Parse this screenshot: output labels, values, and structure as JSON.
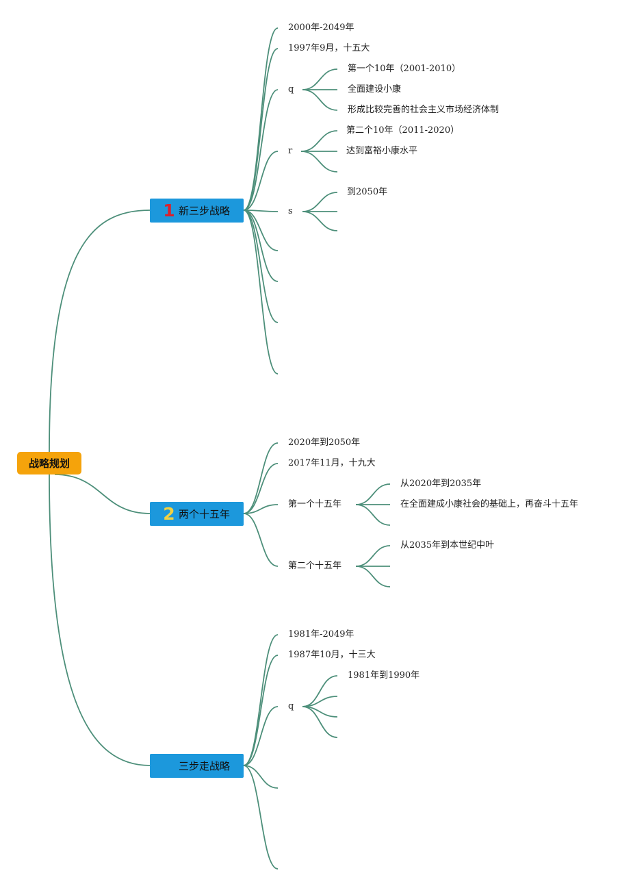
{
  "root": {
    "label": "战略规划"
  },
  "branches": [
    {
      "num": "1",
      "num_color": "#d8222f",
      "label": "新三步战略"
    },
    {
      "num": "2",
      "num_color": "#f1d243",
      "label": "两个十五年"
    },
    {
      "num": "",
      "num_color": "#1c98dc",
      "label": "三步走战略"
    }
  ],
  "nodes": {
    "b1_period": "2000年-2049年",
    "b1_proposed": "1997年9月，十五大",
    "b1_q": "q",
    "b1_q_c1": "第一个10年（2001-2010）",
    "b1_q_c2": "全面建设小康",
    "b1_q_c3": "形成比较完善的社会主义市场经济体制",
    "b1_r": "r",
    "b1_r_c1": "第二个10年（2011-2020）",
    "b1_r_c2": "达到富裕小康水平",
    "b1_s": "s",
    "b1_s_c1": "到2050年",
    "b2_period": "2020年到2050年",
    "b2_proposed": "2017年11月，十九大",
    "b2_first": "第一个十五年",
    "b2_first_c1": "从2020年到2035年",
    "b2_first_c2": "在全面建成小康社会的基础上，再奋斗十五年",
    "b2_second": "第二个十五年",
    "b2_second_c1": "从2035年到本世纪中叶",
    "b3_period": "1981年-2049年",
    "b3_proposed": "1987年10月，十三大",
    "b3_q": "q",
    "b3_q_c1": "1981年到1990年"
  },
  "colors": {
    "connector": "#4d8f7a",
    "root_fill": "#f5a30b",
    "branch_fill": "#1c98dc"
  }
}
